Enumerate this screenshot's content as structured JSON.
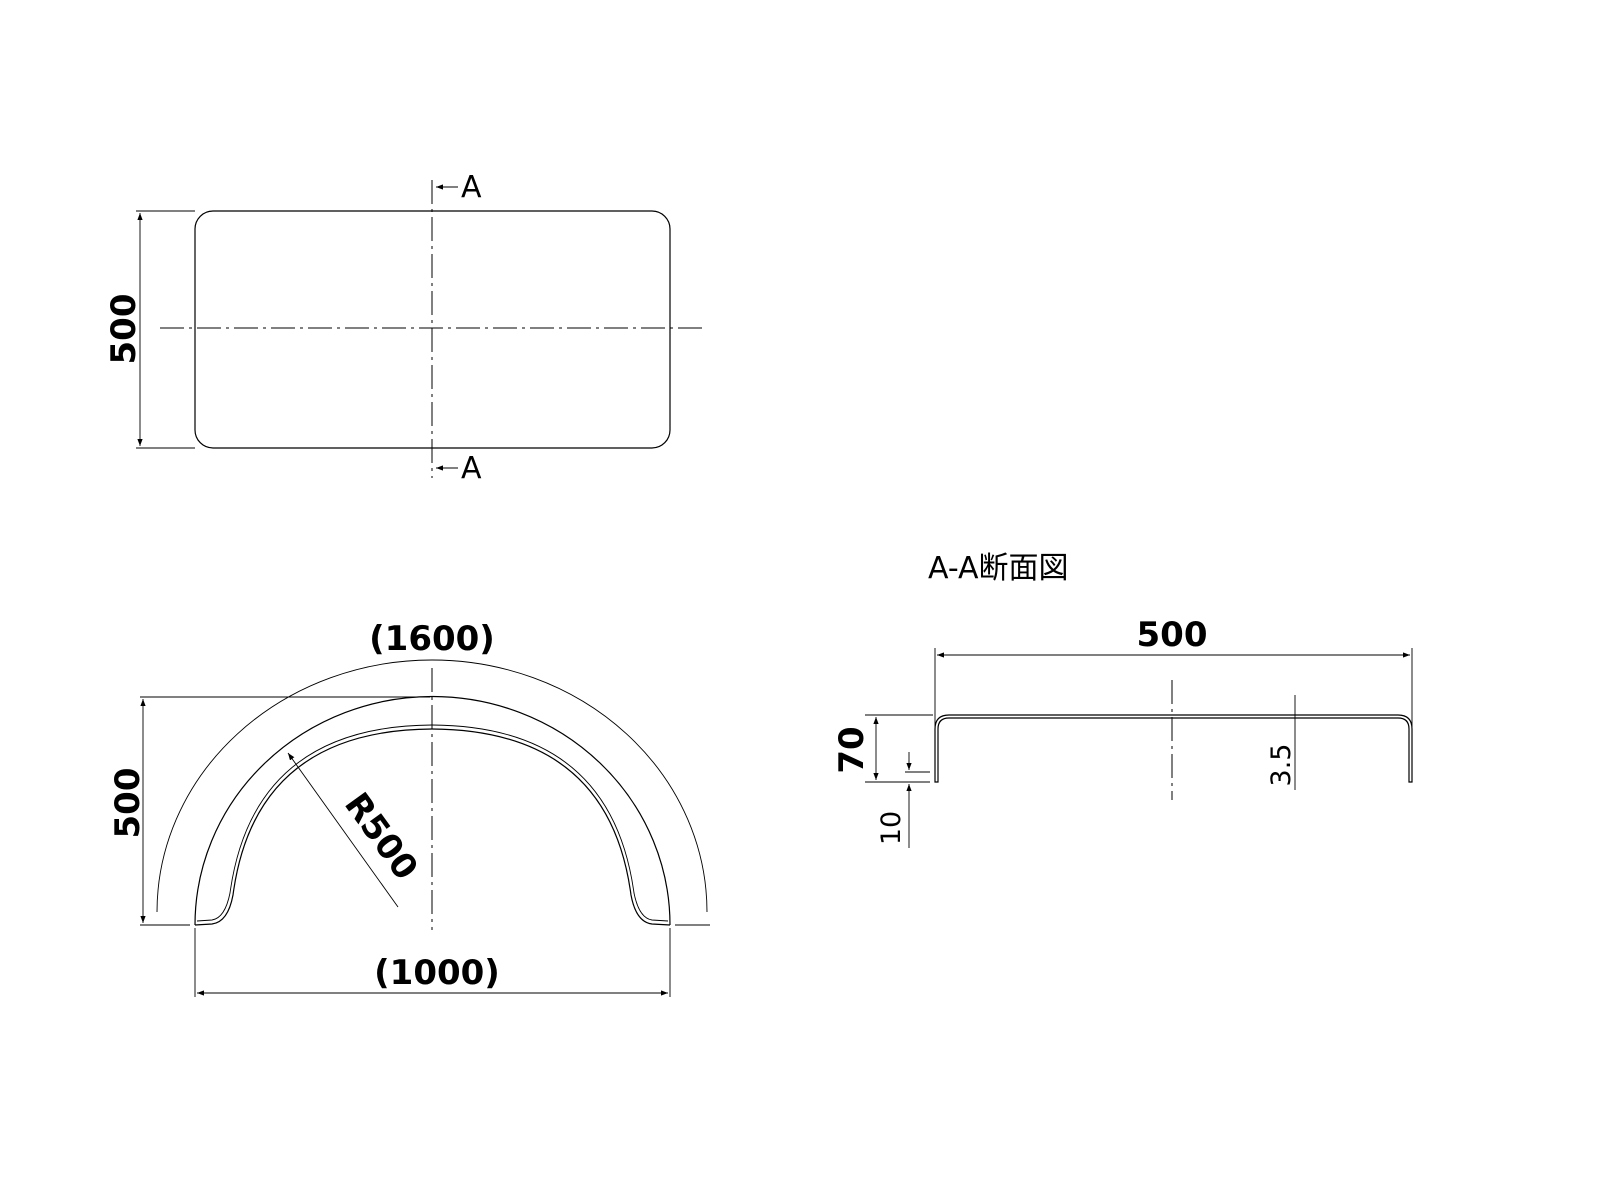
{
  "top_view": {
    "section_marker_top": "A",
    "section_marker_bottom": "A",
    "height_dim": "500"
  },
  "side_view": {
    "arc_length_dim": "(1600)",
    "height_dim": "500",
    "radius_dim": "R500",
    "width_dim": "(1000)"
  },
  "section_view": {
    "title": "A-A断面図",
    "width_dim": "500",
    "height_dim": "70",
    "flange_dim": "10",
    "thickness_dim": "3.5"
  }
}
